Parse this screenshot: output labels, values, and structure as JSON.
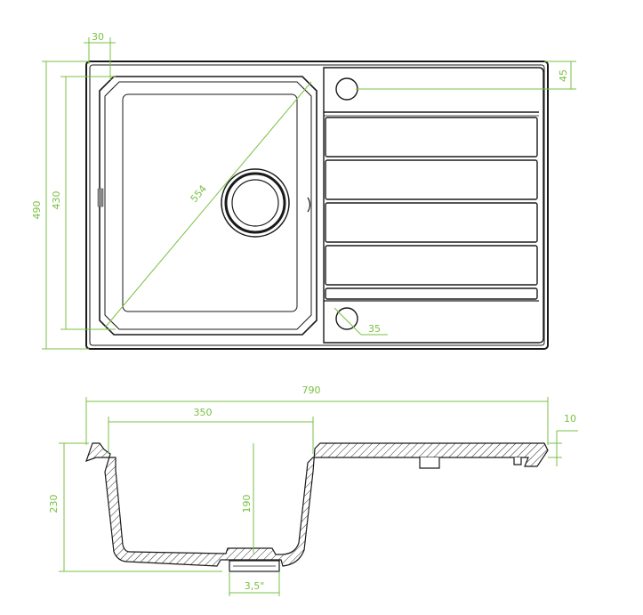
{
  "colors": {
    "outline": "#1a1a1a",
    "dimension": "#7ac143",
    "background": "#ffffff",
    "hatch": "#2a2a2a"
  },
  "top_view": {
    "dimensions": {
      "rim_offset": "30",
      "overall_depth": "490",
      "bowl_depth": "430",
      "bowl_diagonal": "554",
      "tap_hole_offset": "45",
      "tap_hole_diameter": "35"
    },
    "drainboard_ribs": 5
  },
  "section_view": {
    "dimensions": {
      "overall_width": "790",
      "bowl_width": "350",
      "rim_height": "10",
      "overall_height": "230",
      "bowl_inner_depth": "190",
      "drain_size": "3,5\""
    }
  }
}
